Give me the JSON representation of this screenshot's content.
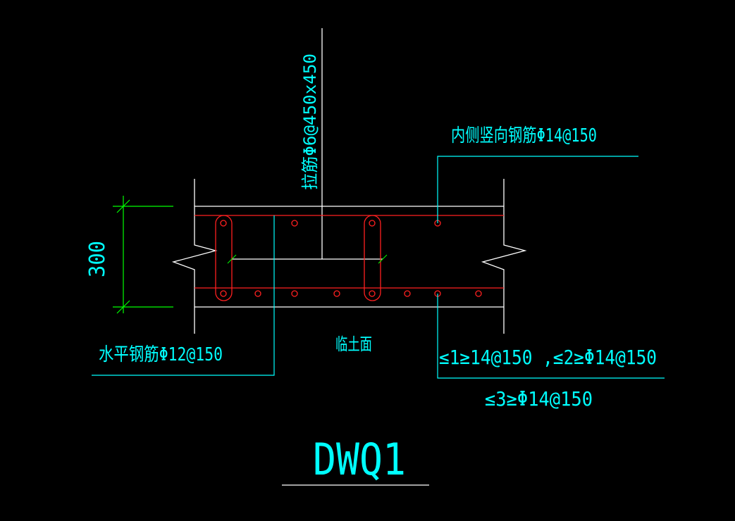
{
  "drawing": {
    "dimension_label": "300",
    "tie_bar_label": "拉筋Φ6@450x450",
    "inner_vertical_label": "内侧竖向钢筋Φ14@150",
    "horizontal_label": "水平钢筋Φ12@150",
    "soil_face_label": "临土面",
    "bar_marks_line1": "≤1≥14@150 ,≤2≥Φ14@150",
    "bar_marks_line2": "≤3≥Φ14@150",
    "title": "DWQ1"
  },
  "colors": {
    "background": "#000000",
    "outline": "#ffffff",
    "rebar": "#ff2020",
    "leader": "#00ffff",
    "text": "#00ffff",
    "dimension": "#00ff00"
  }
}
